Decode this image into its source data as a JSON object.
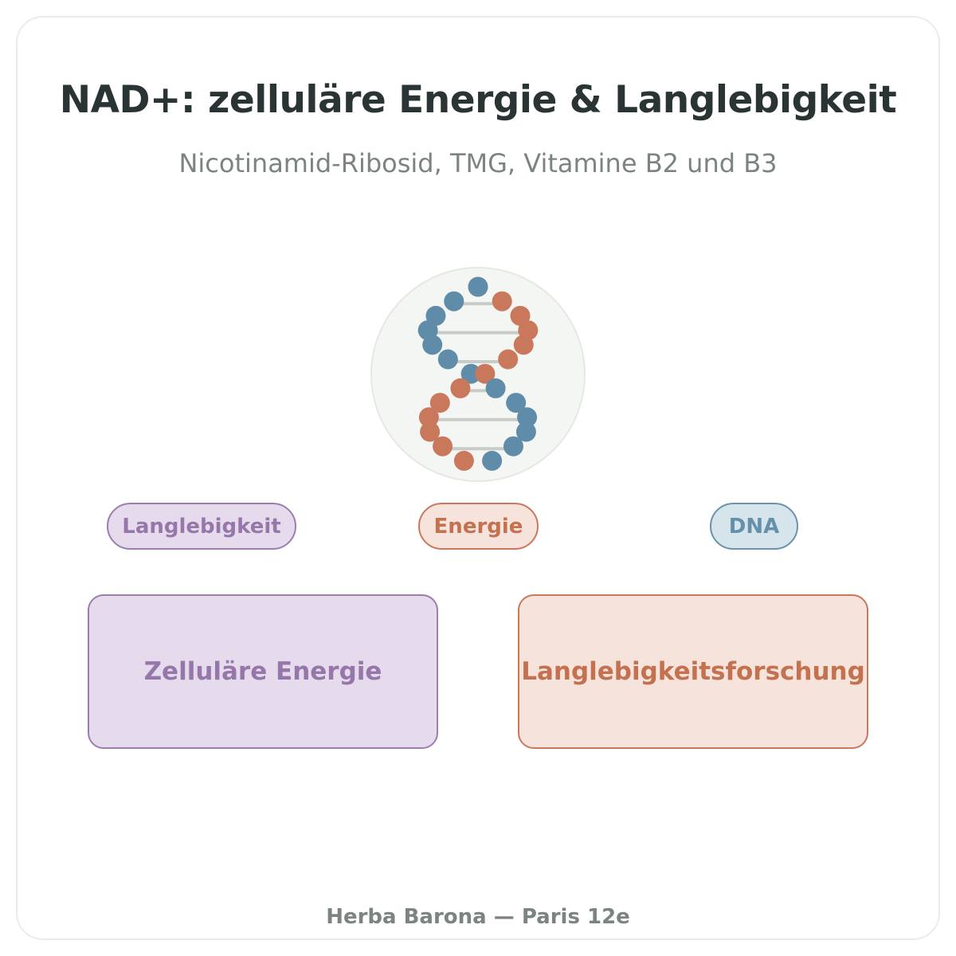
{
  "header": {
    "title": "NAD+: zelluläre Energie & Langlebigkeit",
    "subtitle": "Nicotinamid-Ribosid, TMG, Vitamine B2 und B3"
  },
  "illustration": {
    "icon": "dna-helix-icon",
    "colors": {
      "strand_a": "#c9785c",
      "strand_b": "#5f8ca9",
      "rung": "#c9ccc6",
      "circle_bg": "#f4f6f3"
    }
  },
  "tags": [
    {
      "label": "Langlebigkeit",
      "color": "#9d7db0"
    },
    {
      "label": "Energie",
      "color": "#c9785c"
    },
    {
      "label": "DNA",
      "color": "#6a93ad"
    }
  ],
  "boxes": [
    {
      "label": "Zelluläre Energie",
      "color": "#9d7db0"
    },
    {
      "label": "Langlebigkeitsforschung",
      "color": "#c9785c"
    }
  ],
  "footer": {
    "text": "Herba Barona — Paris 12e"
  }
}
